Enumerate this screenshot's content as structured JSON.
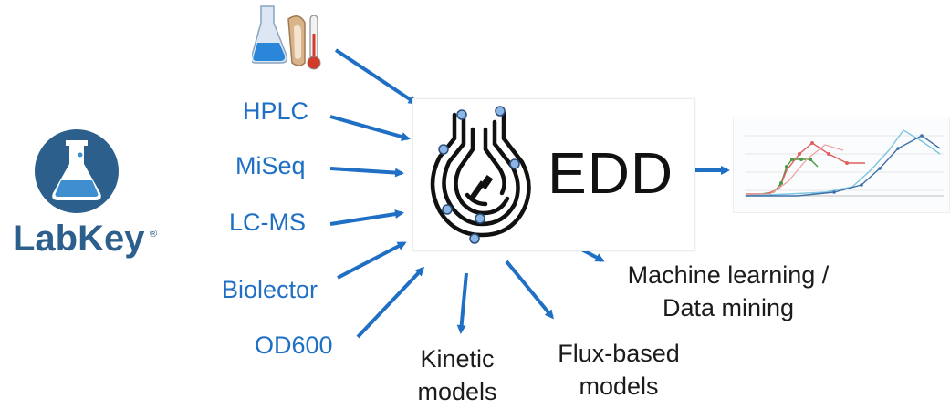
{
  "logo": {
    "name": "LabKey",
    "reg_mark": "®"
  },
  "center": {
    "title": "EDD"
  },
  "sources": [
    {
      "label": "HPLC"
    },
    {
      "label": "MiSeq"
    },
    {
      "label": "LC-MS"
    },
    {
      "label": "Biolector"
    },
    {
      "label": "OD600"
    }
  ],
  "outputs": [
    {
      "line1": "Kinetic",
      "line2": "models"
    },
    {
      "line1": "Flux-based",
      "line2": "models"
    },
    {
      "line1": "Machine learning /",
      "line2": "Data mining"
    }
  ],
  "colors": {
    "arrow": "#1f6fc4",
    "source_text": "#1f6fc4",
    "labkey_blue": "#2c5f8c",
    "edd_text": "#111111"
  },
  "icons": [
    "lab-equipment-icon",
    "labkey-flask-icon",
    "edd-circuit-flask-icon",
    "timeseries-chart-thumbnail"
  ]
}
